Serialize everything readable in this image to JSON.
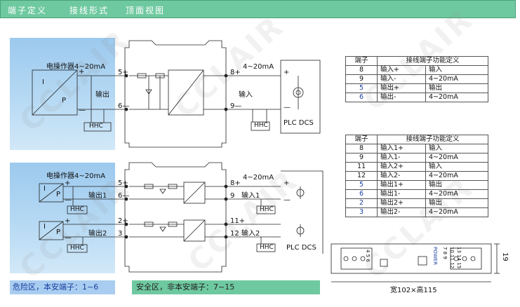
{
  "header": {
    "title1": "端子定义",
    "title2": "接线形式",
    "title3": "顶面视图"
  },
  "single": {
    "source": "电操作器4~20mA",
    "i_label": "I",
    "p_label": "P",
    "plus": "+",
    "minus": "—",
    "output": "输出",
    "hhc": "HHC",
    "t5": "5+",
    "t6": "6—",
    "t8": "8+",
    "t9": "9—",
    "range": "4~20mA",
    "input": "输入",
    "hhc2": "HHC",
    "plc": "PLC DCS",
    "rplus": "+",
    "rminus": "—"
  },
  "dual": {
    "source": "电操作器4~20mA",
    "i1": "I",
    "p1": "P",
    "i2": "I",
    "p2": "P",
    "plus": "+",
    "minus": "—",
    "out1": "输出1",
    "out2": "输出2",
    "hhc_a": "HHC",
    "hhc_b": "HHC",
    "t5": "5+",
    "t6": "6—",
    "t2": "2+",
    "t3": "3",
    "t8": "8+",
    "t9": "9",
    "t11": "11+",
    "t12": "12",
    "range": "4~20mA",
    "in1": "输入1",
    "in2": "输入2",
    "hhc_c": "HHC",
    "hhc_d": "HHC",
    "plc": "PLC DCS",
    "rplus": "+",
    "rminus": "—"
  },
  "table1": {
    "col1": "端子",
    "col2": "接线端子功能定义",
    "rows": [
      {
        "n": "8",
        "s": "输入+",
        "f": "输入"
      },
      {
        "n": "9",
        "s": "输入-",
        "f": "4~20mA"
      },
      {
        "n": "5",
        "s": "输出+",
        "f": "输出"
      },
      {
        "n": "6",
        "s": "输出-",
        "f": "4~20mA"
      }
    ]
  },
  "table2": {
    "col1": "端子",
    "col2": "接线端子功能定义",
    "rows": [
      {
        "n": "8",
        "s": "输入1+",
        "f": "输入"
      },
      {
        "n": "9",
        "s": "输入1-",
        "f": "4~20mA"
      },
      {
        "n": "11",
        "s": "输入2+",
        "f": "输入"
      },
      {
        "n": "12",
        "s": "输入2-",
        "f": "4~20mA"
      },
      {
        "n": "5",
        "s": "输出1+",
        "f": "输出"
      },
      {
        "n": "6",
        "s": "输出1-",
        "f": "4~20mA"
      },
      {
        "n": "2",
        "s": "输出2+",
        "f": "输出"
      },
      {
        "n": "3",
        "s": "输出2-",
        "f": "4~20mA"
      }
    ]
  },
  "topview": {
    "left_numbers": "4 5 6",
    "right_numbers": "7 8 9",
    "right_numbers2": "13 14 15",
    "mid_numbers": "10 11 12",
    "power": "POWER",
    "dim_height": "19",
    "dim_size": "宽102×高115"
  },
  "footer": {
    "hazard": "危险区，本安端子：1~6",
    "safe": "安全区，非本安端子：7~15"
  },
  "watermark": "CCLAIR",
  "colors": {
    "header": "#6fc9a0",
    "hazard": "#a9cdf0",
    "blue_text": "#1a3ea0"
  }
}
